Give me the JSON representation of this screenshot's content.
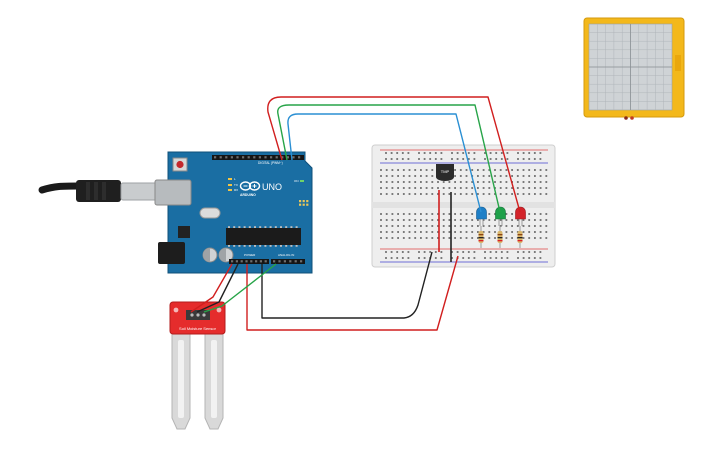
{
  "arduino": {
    "brand_label": "ARDUINO",
    "model_label": "UNO",
    "digital_header_label": "DIGITAL (PWM~)",
    "power_label": "POWER",
    "analog_label": "ANALOG IN",
    "on_label": "ON",
    "tx_label": "TX",
    "rx_label": "RX",
    "l_label": "L"
  },
  "sensor": {
    "label": "Soil Moisture Sensor"
  },
  "breadboard": {
    "sensor_chip_label": "TMP"
  },
  "leds": [
    {
      "name": "blue",
      "color": "#1e7fc7"
    },
    {
      "name": "green",
      "color": "#1ea04a"
    },
    {
      "name": "red",
      "color": "#d3232a"
    }
  ],
  "colors": {
    "arduino_board": "#1a6ea3",
    "sensor_board": "#e52c2c",
    "wire_red": "#d11f1f",
    "wire_green": "#27a448",
    "wire_blue": "#2a8fd3",
    "wire_black": "#222222",
    "oscilloscope_frame": "#f3b81b",
    "oscilloscope_screen": "#cfd3d6"
  }
}
